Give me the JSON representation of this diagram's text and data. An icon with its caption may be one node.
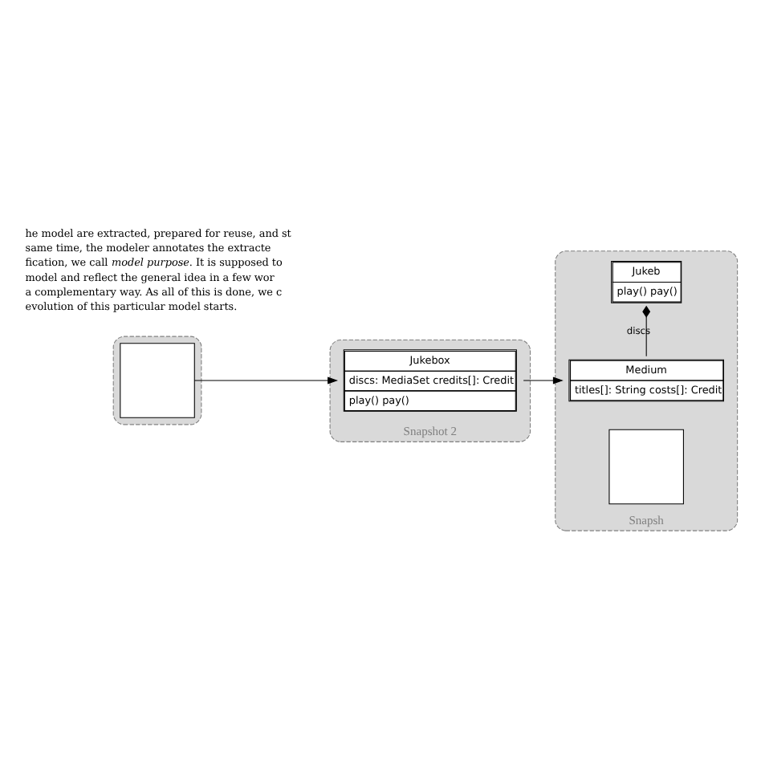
{
  "diagram": {
    "nodes": [
      {
        "text": [],
        "shape": "box"
      },
      {
        "text": [],
        "shape": "box",
        "in": 0
      },
      {
        "text": [
          "Snapshot 2"
        ]
      },
      {
        "text": [
          "Jukebox",
          "discs: MediaSet credits[]: Credit",
          "play() pay()"
        ],
        "in": 2
      },
      {
        "text": [
          "Snapsh"
        ]
      },
      {
        "text": [
          "Jukeb",
          "play() pay()"
        ],
        "in": 4
      },
      {
        "text": [
          "Medium",
          "titles[]: String costs[]: Credit"
        ],
        "in": 4
      },
      {
        "text": [],
        "shape": "box",
        "in": 4
      }
    ],
    "edges": [
      {
        "from": 1,
        "to": 3,
        "arrow": "to"
      },
      {
        "from": 3,
        "to": 6,
        "arrow": "to"
      },
      {
        "from": 6,
        "to": 5,
        "arrow": "other",
        "label": "discs"
      }
    ],
    "labels": [
      "he model are extracted, prepared for reuse, and st",
      "same time, the modeler annotates the extracte",
      "fication, we call *model purpose*. It is supposed to",
      "model and reflect the general idea in a few wor",
      "a complementary way. As all of this is done, we c",
      "evolution of this particular model starts."
    ]
  }
}
